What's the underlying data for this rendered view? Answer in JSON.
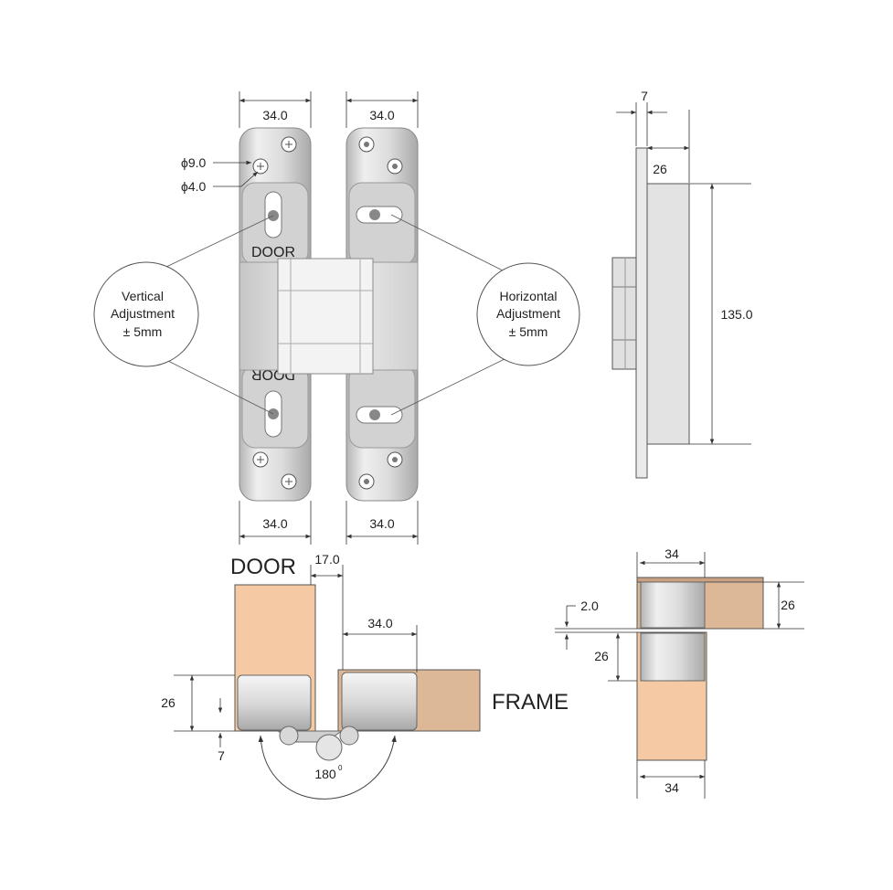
{
  "dimensions": {
    "top_left_width": "34.0",
    "top_right_width": "34.0",
    "bottom_left_width": "34.0",
    "bottom_right_width": "34.0",
    "hole_large": "ϕ9.0",
    "hole_small": "ϕ4.0",
    "side_offset": "7",
    "side_depth": "26",
    "side_height": "135.0",
    "install_gap": "17.0",
    "install_frame_width": "34.0",
    "install_height": "26",
    "install_offset": "7",
    "open_angle": "180",
    "angle_unit": "0",
    "section_top_width": "34",
    "section_top_height": "26",
    "section_gap": "2.0",
    "section_lower_height": "26",
    "section_bottom_width": "34"
  },
  "labels": {
    "door_top": "DOOR",
    "door_bottom": "DOOR",
    "door_install": "DOOR",
    "frame_install": "FRAME"
  },
  "callouts": {
    "vertical": {
      "line1": "Vertical",
      "line2": "Adjustment",
      "line3": "± 5mm"
    },
    "horizontal": {
      "line1": "Horizontal",
      "line2": "Adjustment",
      "line3": "± 5mm"
    }
  },
  "colors": {
    "wood_door": "#f4c9a3",
    "wood_frame": "#ddb896",
    "metal_light": "#f2f2f2",
    "metal_dark": "#b8b8b8",
    "line": "#333333"
  }
}
